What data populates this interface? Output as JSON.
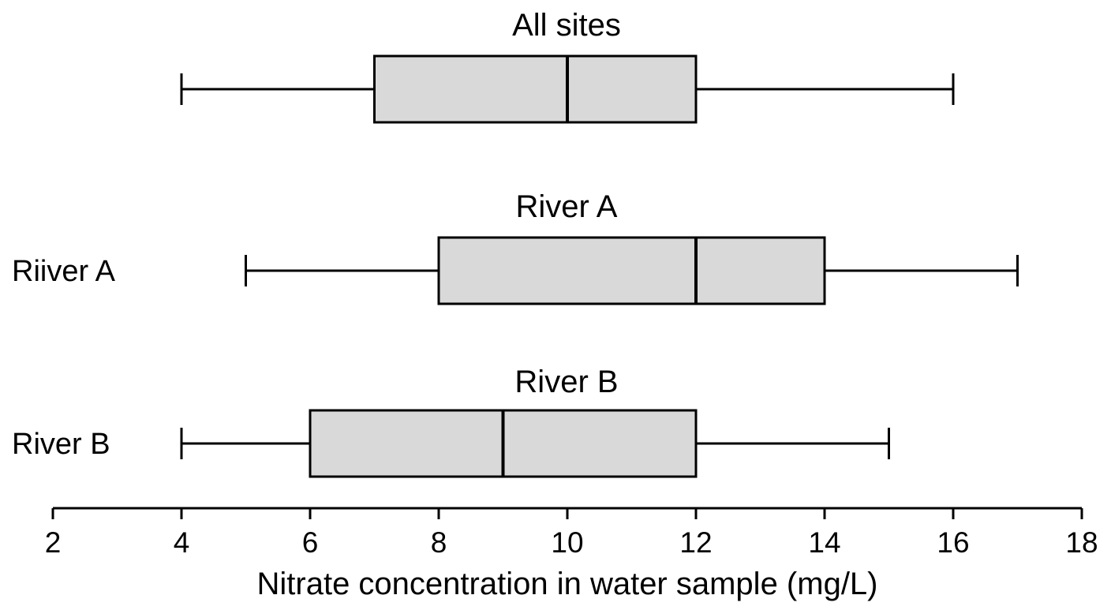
{
  "chart_data": {
    "type": "boxplot",
    "orientation": "horizontal",
    "xlabel": "Nitrate concentration in water sample (mg/L)",
    "xlim": [
      2,
      18
    ],
    "xticks": [
      2,
      4,
      6,
      8,
      10,
      12,
      14,
      16,
      18
    ],
    "grid": false,
    "legend": "none",
    "box_fill": "#d9d9d9",
    "line_color": "#000000",
    "series": [
      {
        "title": "All sites",
        "row_label": "",
        "min": 4,
        "q1": 7,
        "median": 10,
        "q3": 12,
        "max": 16
      },
      {
        "title": "River A",
        "row_label": "Riiver A",
        "min": 5,
        "q1": 8,
        "median": 12,
        "q3": 14,
        "max": 17
      },
      {
        "title": "River B",
        "row_label": "River B",
        "min": 4,
        "q1": 6,
        "median": 9,
        "q3": 12,
        "max": 15
      }
    ]
  }
}
